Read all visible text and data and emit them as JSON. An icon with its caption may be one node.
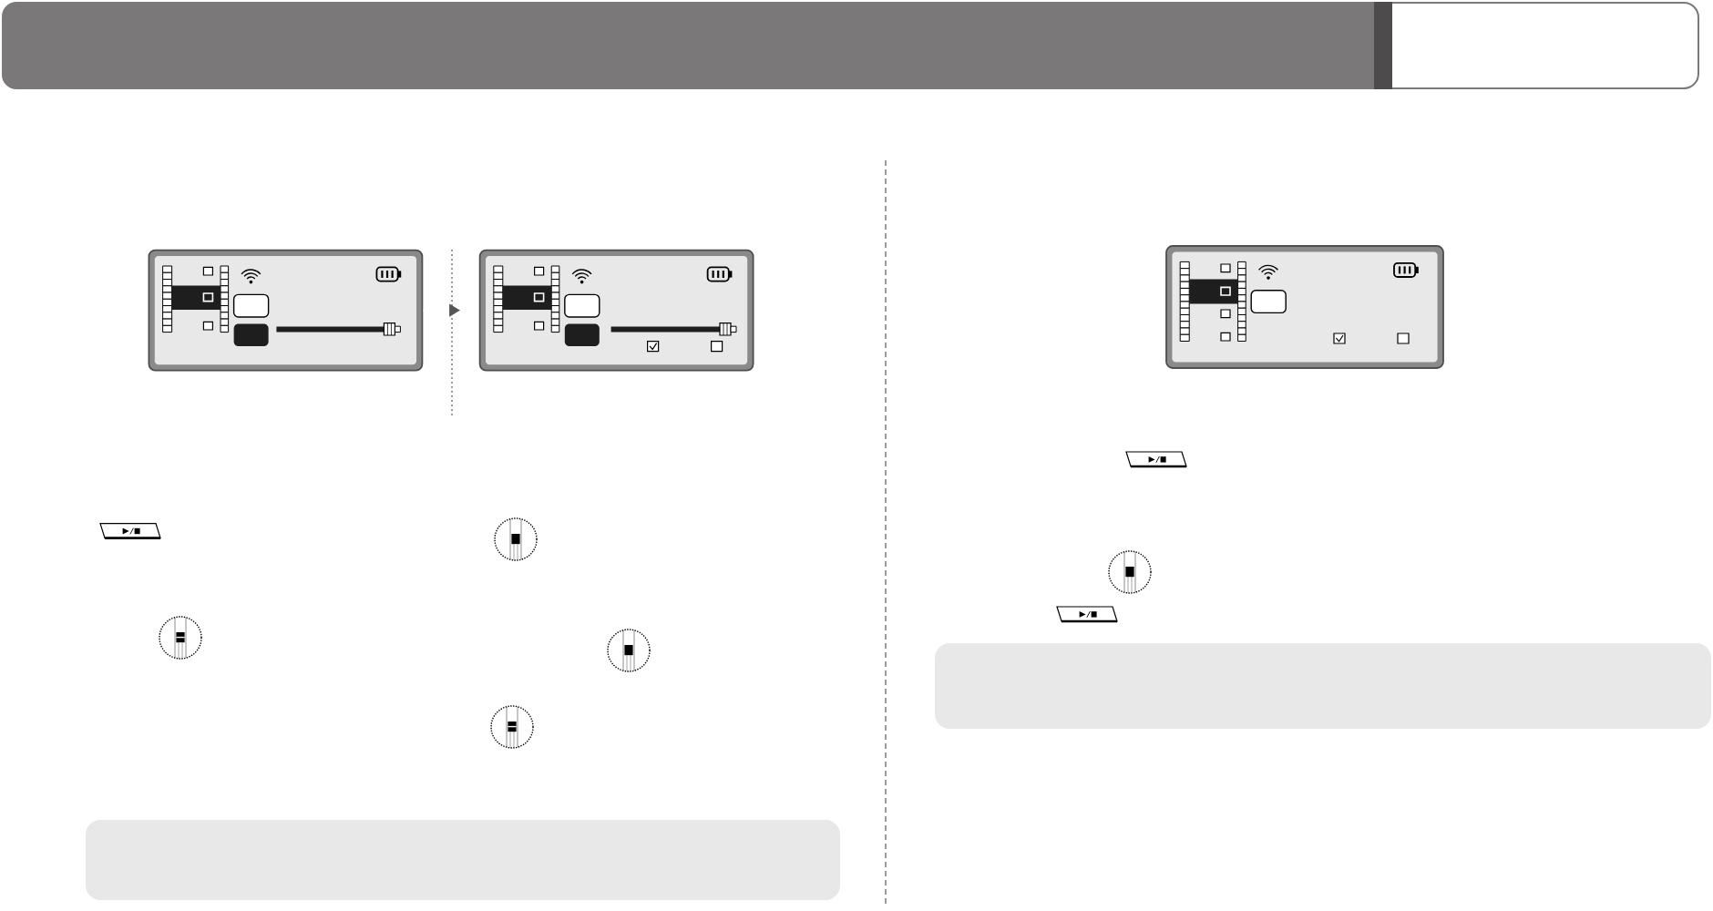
{
  "diagram": {
    "nodes": [
      {
        "text": [],
        "shape": "picture"
      },
      {
        "text": [],
        "shape": "picture"
      },
      {
        "text": [],
        "shape": "box"
      },
      {
        "text": [],
        "shape": "picture"
      },
      {
        "text": [],
        "shape": "box"
      }
    ],
    "edges": [
      {
        "from": 0,
        "to": 1,
        "arrow": "to"
      }
    ]
  }
}
